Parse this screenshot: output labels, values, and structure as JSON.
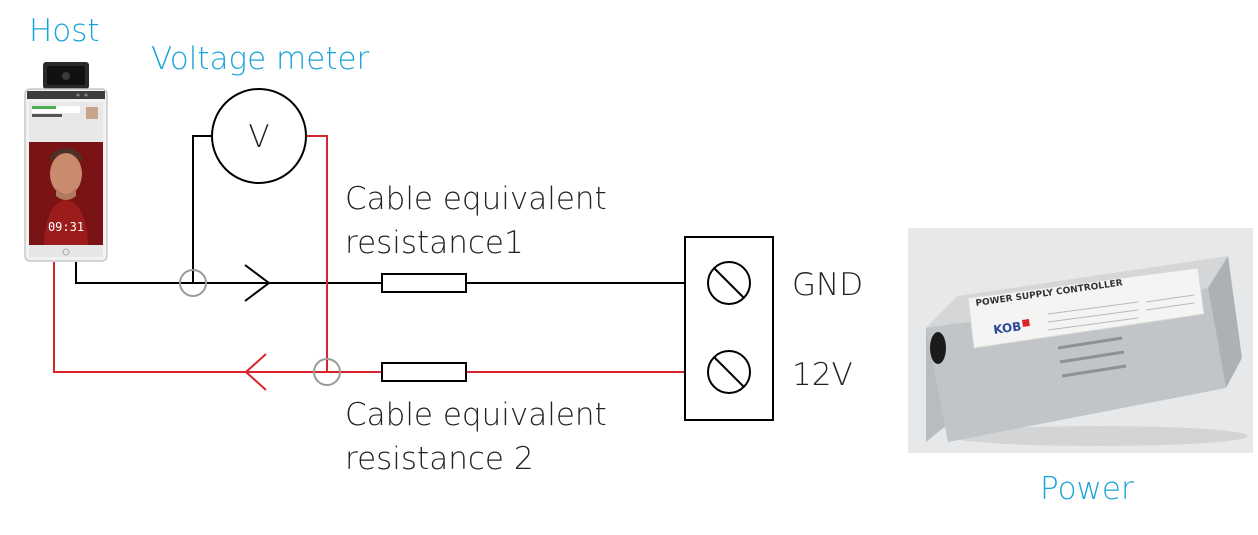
{
  "labels": {
    "host": "Host",
    "voltage_meter": "Voltage meter",
    "meter_symbol": "V",
    "cable1_line1": "Cable equivalent",
    "cable1_line2": "resistance1",
    "cable2_line1": "Cable equivalent",
    "cable2_line2": "resistance 2",
    "gnd": "GND",
    "v12": "12V",
    "power": "Power"
  },
  "host_screen": {
    "time": "09:31"
  },
  "power_box": {
    "brand": "KOB",
    "label_title": "POWER SUPPLY CONTROLLER"
  },
  "colors": {
    "label_blue": "#1aa3d9",
    "wire_black": "#000000",
    "wire_red": "#d9232d",
    "junction_gray": "#9a9a9a"
  }
}
